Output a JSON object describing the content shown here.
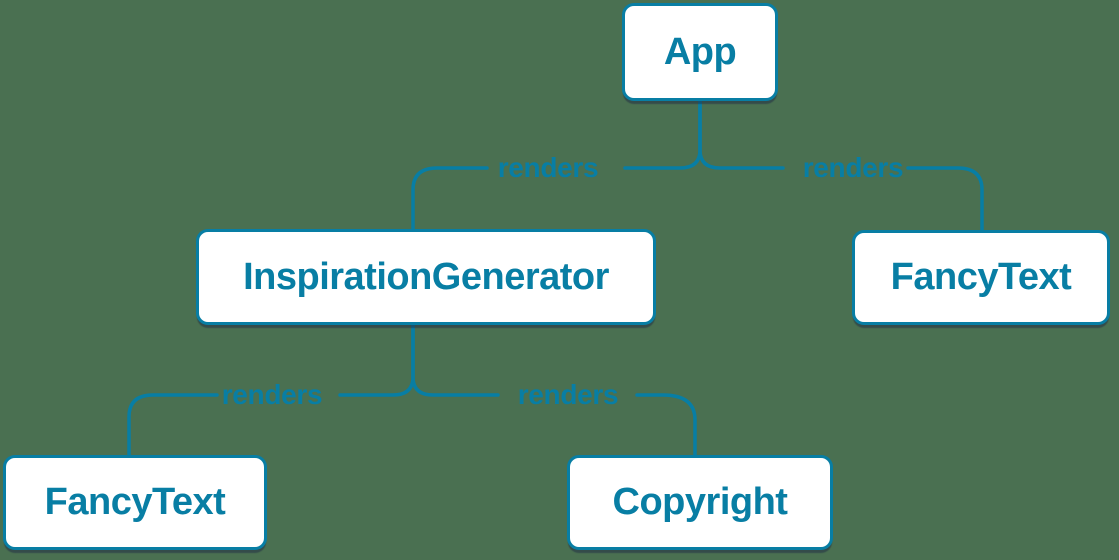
{
  "background_color": "#4A7051",
  "colors": {
    "accent": "#087EA4",
    "node_fill": "#FFFFFF",
    "shadow": "rgba(35,48,70,0.55)"
  },
  "diagram": {
    "type": "component-render-tree",
    "nodes": [
      {
        "id": "app",
        "label": "App"
      },
      {
        "id": "inspiration-generator",
        "label": "InspirationGenerator"
      },
      {
        "id": "fancy-text-top",
        "label": "FancyText"
      },
      {
        "id": "fancy-text-bottom",
        "label": "FancyText"
      },
      {
        "id": "copyright",
        "label": "Copyright"
      }
    ],
    "edges": [
      {
        "from": "App",
        "to": "InspirationGenerator",
        "label": "renders"
      },
      {
        "from": "App",
        "to": "FancyText",
        "label": "renders"
      },
      {
        "from": "InspirationGenerator",
        "to": "FancyText",
        "label": "renders"
      },
      {
        "from": "InspirationGenerator",
        "to": "Copyright",
        "label": "renders"
      }
    ]
  }
}
